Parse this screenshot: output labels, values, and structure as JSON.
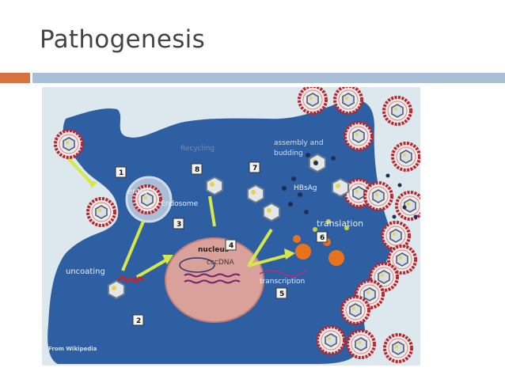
{
  "slide": {
    "title": "Pathogenesis"
  },
  "diagram": {
    "labels": {
      "entry": "entry",
      "endosome": "Endosome",
      "uncoating": "uncoating",
      "recycling": "Recycling",
      "assembly": "assembly and",
      "budding": "budding",
      "hbsag": "HBsAg",
      "translation": "translation",
      "nucleus": "nucleus",
      "cccdna": "cccDNA",
      "transcription": "transcription",
      "source": "From Wikipedia"
    },
    "steps": [
      "1",
      "2",
      "3",
      "4",
      "5",
      "6",
      "7",
      "8"
    ]
  },
  "colors": {
    "accent_orange": "#d8713f",
    "accent_blue": "#a8bfd6",
    "cell": "#2f5fa3",
    "background": "#dde8ee",
    "nucleus": "#d9a19a",
    "arrow": "#d5e84a"
  }
}
